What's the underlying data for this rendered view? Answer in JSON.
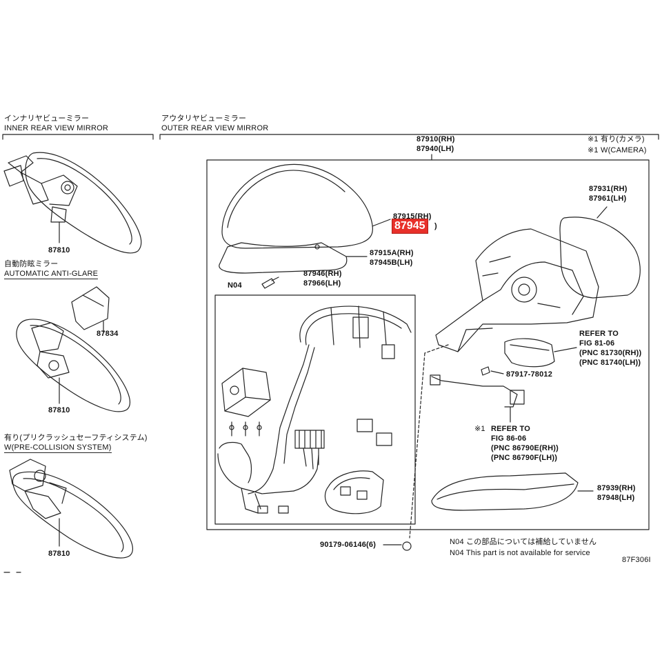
{
  "inner": {
    "title_jp": "インナリヤビューミラー",
    "title_en": "INNER REAR VIEW MIRROR",
    "part_top": "87810",
    "anti_glare_jp": "自動防眩ミラー",
    "anti_glare_en": "AUTOMATIC ANTI-GLARE",
    "part_cover": "87834",
    "part_mid": "87810",
    "precollision_jp": "有り(プリクラッシュセーフティシステム)",
    "precollision_en": "W(PRE-COLLISION SYSTEM)",
    "part_bottom": "87810"
  },
  "outer": {
    "title_jp": "アウタリヤビューミラー",
    "title_en": "OUTER REAR VIEW MIRROR",
    "assy_rh": "87910(RH)",
    "assy_lh": "87940(LH)",
    "cover_rh": "87915(RH)",
    "cover_highlight": "87945",
    "cover_lh_tail": ")",
    "lower_rh": "87915A(RH)",
    "lower_lh": "87945B(LH)",
    "n04": "N04",
    "harness_rh": "87946(RH)",
    "harness_lh": "87966(LH)",
    "note1_jp": "※1 有り(カメラ)",
    "note1_en": "※1 W(CAMERA)",
    "glass_rh": "87931(RH)",
    "glass_lh": "87961(LH)",
    "refer1": [
      "REFER TO",
      "FIG 81-06",
      "(PNC 81730(RH))",
      "(PNC 81740(LH))"
    ],
    "screw": "87917-78012",
    "refer2_mark": "※1",
    "refer2": [
      "REFER TO",
      "FIG 86-06",
      "(PNC 86790E(RH))",
      "(PNC 86790F(LH))"
    ],
    "trim_rh": "87939(RH)",
    "trim_lh": "87948(LH)",
    "clip": "90179-06146(6)",
    "n04_note_jp": "N04 この部品については補給していません",
    "n04_note_en": "N04 This part is not available for service",
    "fig_code": "87F306I"
  },
  "colors": {
    "highlight": "#e8302a",
    "line": "#222222"
  }
}
